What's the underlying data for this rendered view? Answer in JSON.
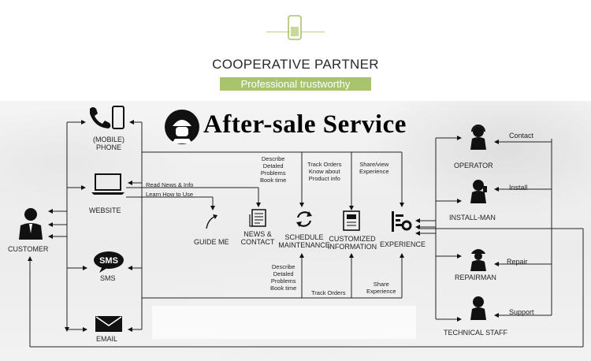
{
  "header": {
    "title": "COOPERATIVE PARTNER",
    "subtitle": "Professional trustworthy",
    "accent_color": "#a9c46a"
  },
  "diagram": {
    "title": "After-sale Service",
    "customer": {
      "label": "CUSTOMER",
      "icon": "person-suit-icon"
    },
    "channels": [
      {
        "label": "(MOBILE)\nPHONE",
        "icon": "phone-icon"
      },
      {
        "label": "WEBSITE",
        "icon": "laptop-icon"
      },
      {
        "label": "SMS",
        "icon": "sms-bubble-icon"
      },
      {
        "label": "EMAIL",
        "icon": "envelope-icon"
      }
    ],
    "website_links": [
      "Read News & Info",
      "Learn How to Use"
    ],
    "services": [
      {
        "label": "GUIDE ME",
        "icon": "cursor-arrow-icon"
      },
      {
        "label": "NEWS &\nCONTACT",
        "icon": "newspaper-icon"
      },
      {
        "label": "SCHEDULE\nMAINTENANCE",
        "icon": "refresh-cycle-icon"
      },
      {
        "label": "CUSTOMIZED\nINFORMATION",
        "icon": "document-icon"
      },
      {
        "label": "EXPERIENCE",
        "icon": "gear-chart-icon"
      }
    ],
    "top_notes": [
      {
        "text": "Describe\nDetaled\nProblems\nBook time"
      },
      {
        "text": "Track Orders\nKnow about\nProduct info"
      },
      {
        "text": "Share/view\nExperience"
      }
    ],
    "bottom_notes": [
      {
        "text": "Describe\nDetaled\nProblems\nBook time"
      },
      {
        "text": "Track Orders"
      },
      {
        "text": "Share\nExperience"
      }
    ],
    "staff": [
      {
        "label": "OPERATOR",
        "action": "Contact",
        "icon": "headset-worker-icon"
      },
      {
        "label": "INSTALL-MAN",
        "action": "Install",
        "icon": "worker-thumbs-up-icon"
      },
      {
        "label": "REPAIRMAN",
        "action": "Repair",
        "icon": "hardhat-worker-icon"
      },
      {
        "label": "TECHNICAL STAFF",
        "action": "Support",
        "icon": "technician-icon"
      }
    ]
  }
}
